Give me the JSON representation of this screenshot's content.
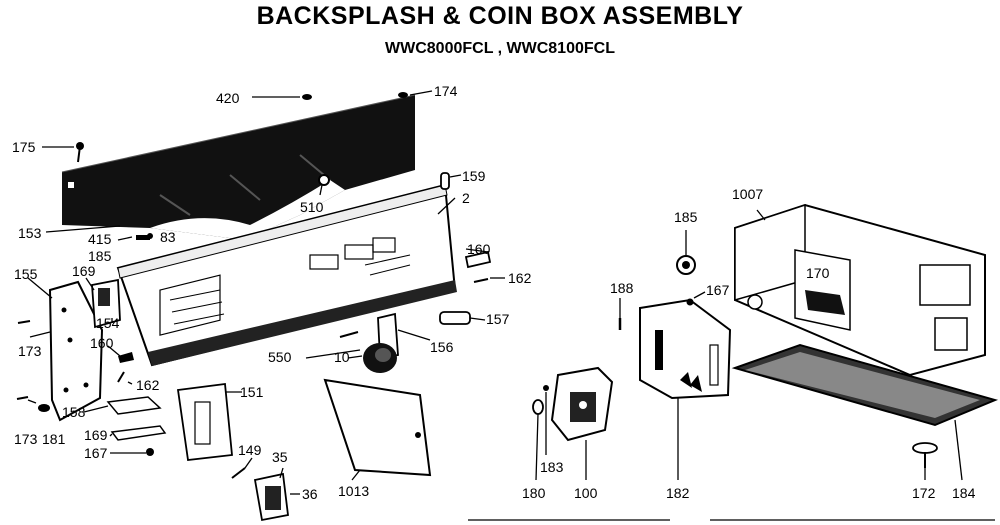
{
  "title": "BACKSPLASH & COIN BOX ASSEMBLY",
  "subtitle": "WWC8000FCL , WWC8100FCL",
  "callouts": {
    "c420": "420",
    "c174": "174",
    "c175": "175",
    "c159": "159",
    "c510": "510",
    "c2": "2",
    "c153": "153",
    "c415": "415",
    "c83": "83",
    "c185a": "185",
    "c155": "155",
    "c169a": "169",
    "c154": "154",
    "c160a": "160",
    "c160b": "160",
    "c162a": "162",
    "c173a": "173",
    "c157": "157",
    "c156": "156",
    "c550": "550",
    "c10": "10",
    "c162b": "162",
    "c151": "151",
    "c173b": "173",
    "c181": "181",
    "c158": "158",
    "c169b": "169",
    "c167a": "167",
    "c149": "149",
    "c35": "35",
    "c36": "36",
    "c1013": "1013",
    "c185b": "185",
    "c1007": "1007",
    "c170": "170",
    "c188": "188",
    "c167b": "167",
    "c183": "183",
    "c180": "180",
    "c100": "100",
    "c182": "182",
    "c172": "172",
    "c184": "184"
  }
}
